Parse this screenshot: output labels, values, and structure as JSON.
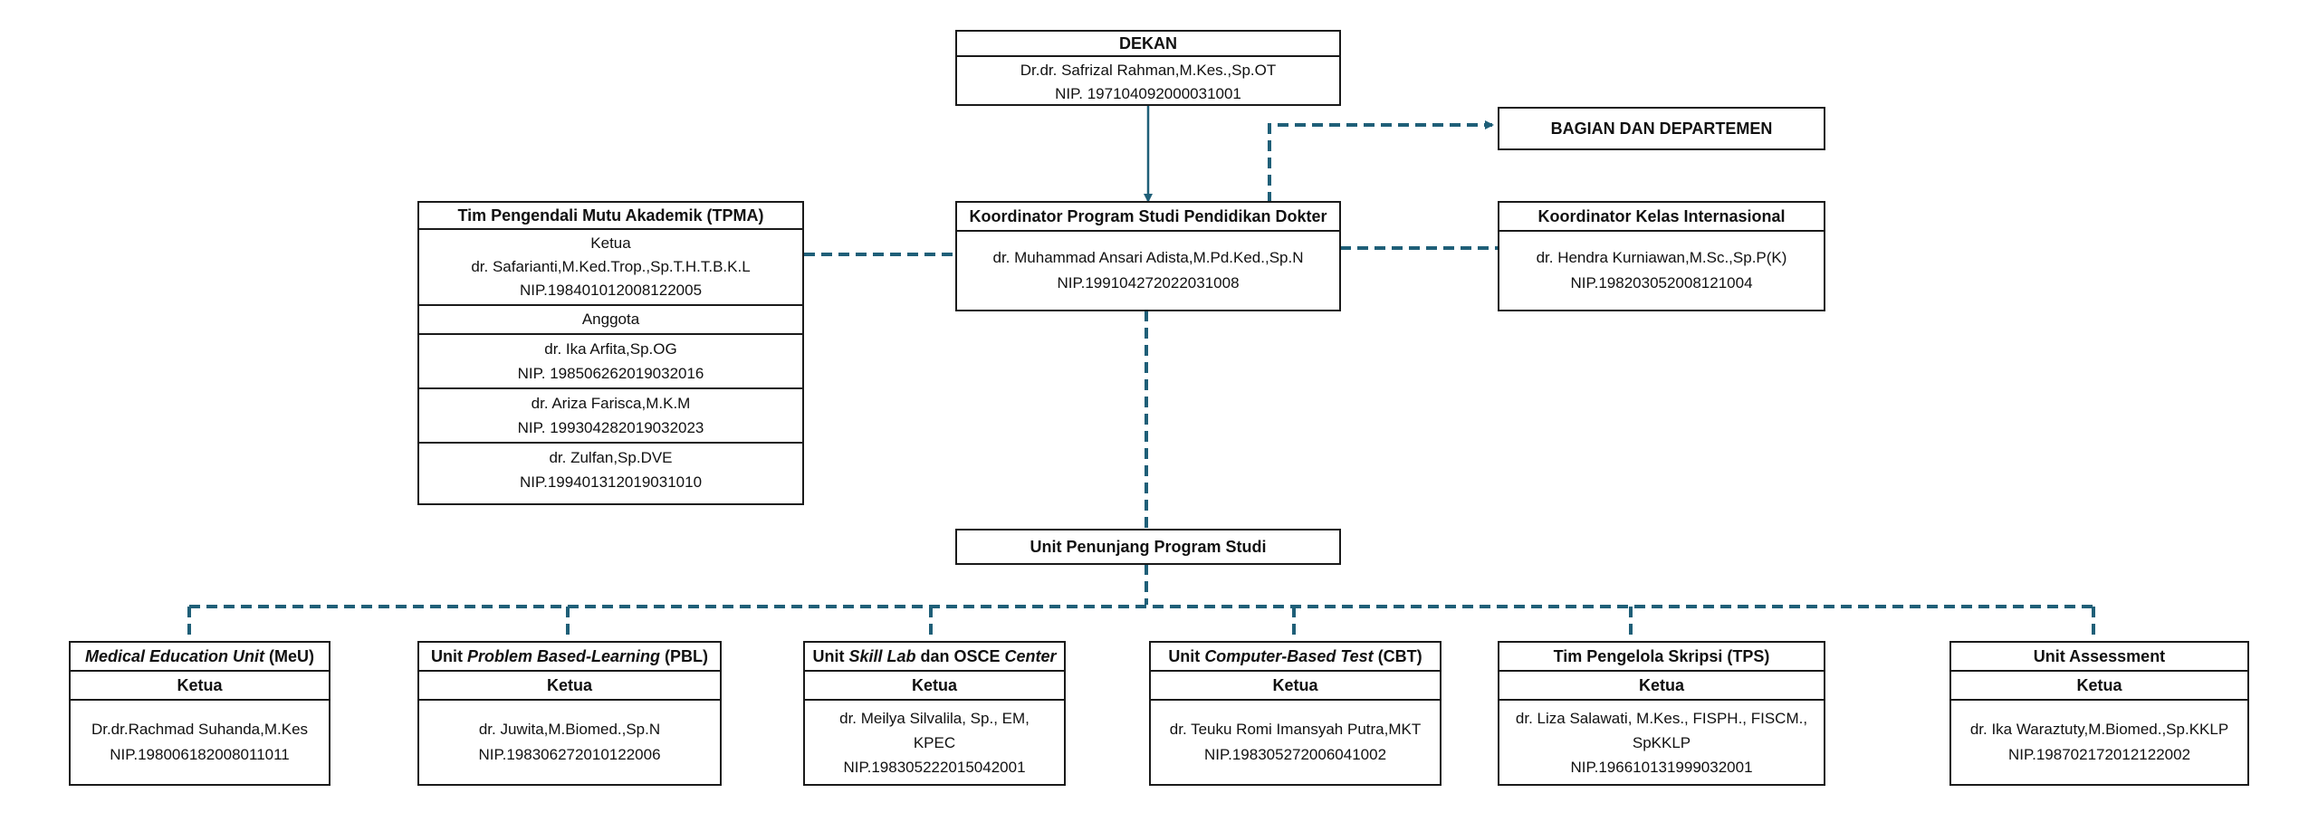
{
  "dekan": {
    "title": "DEKAN",
    "name": "Dr.dr. Safrizal Rahman,M.Kes.,Sp.OT",
    "nip": "NIP. 197104092000031001"
  },
  "bagian": {
    "title": "BAGIAN DAN DEPARTEMEN"
  },
  "koordinator_prodi": {
    "title": "Koordinator Program Studi Pendidikan Dokter",
    "name": "dr. Muhammad Ansari Adista,M.Pd.Ked.,Sp.N",
    "nip": "NIP.199104272022031008"
  },
  "koordinator_kelas": {
    "title": "Koordinator Kelas Internasional",
    "name": "dr. Hendra Kurniawan,M.Sc.,Sp.P(K)",
    "nip": "NIP.198203052008121004"
  },
  "tpma": {
    "title": "Tim Pengendali Mutu Akademik (TPMA)",
    "ketua_label": "Ketua",
    "ketua_name": "dr. Safarianti,M.Ked.Trop.,Sp.T.H.T.B.K.L",
    "ketua_nip": "NIP.198401012008122005",
    "anggota_label": "Anggota",
    "anggota": [
      {
        "name": "dr. Ika Arfita,Sp.OG",
        "nip": "NIP. 198506262019032016"
      },
      {
        "name": "dr. Ariza Farisca,M.K.M",
        "nip": "NIP. 199304282019032023"
      },
      {
        "name": "dr. Zulfan,Sp.DVE",
        "nip": "NIP.199401312019031010"
      }
    ]
  },
  "unit_penunjang": {
    "title": "Unit Penunjang Program Studi"
  },
  "units": [
    {
      "title_italic": "Medical Education Unit",
      "title_suffix": " (MeU)",
      "ketua_label": "Ketua",
      "name": "Dr.dr.Rachmad Suhanda,M.Kes",
      "nip": "NIP.198006182008011011"
    },
    {
      "title_prefix": "Unit ",
      "title_italic": "Problem Based-Learning",
      "title_suffix": " (PBL)",
      "ketua_label": "Ketua",
      "name": "dr. Juwita,M.Biomed.,Sp.N",
      "nip": "NIP.198306272010122006"
    },
    {
      "title_prefix": "Unit ",
      "title_italic": "Skill Lab",
      "title_mid": " dan OSCE ",
      "title_italic2": "Center",
      "ketua_label": "Ketua",
      "name_line1": "dr. Meilya Silvalila, Sp., EM,",
      "name_line2": "KPEC",
      "nip": "NIP.198305222015042001"
    },
    {
      "title_prefix": "Unit ",
      "title_italic": "Computer-Based Test",
      "title_suffix": " (CBT)",
      "ketua_label": "Ketua",
      "name": "dr. Teuku Romi Imansyah Putra,MKT",
      "nip": "NIP.198305272006041002"
    },
    {
      "title": "Tim Pengelola Skripsi (TPS)",
      "ketua_label": "Ketua",
      "name_line1": "dr. Liza Salawati, M.Kes., FISPH., FISCM.,",
      "name_line2": "SpKKLP",
      "nip": "NIP.196610131999032001"
    },
    {
      "title": "Unit Assessment",
      "ketua_label": "Ketua",
      "name": "dr. Ika Waraztuty,M.Biomed.,Sp.KKLP",
      "nip": "NIP.198702172012122002"
    }
  ],
  "colors": {
    "connector": "#1f5f78",
    "border": "#1a1a1a"
  }
}
